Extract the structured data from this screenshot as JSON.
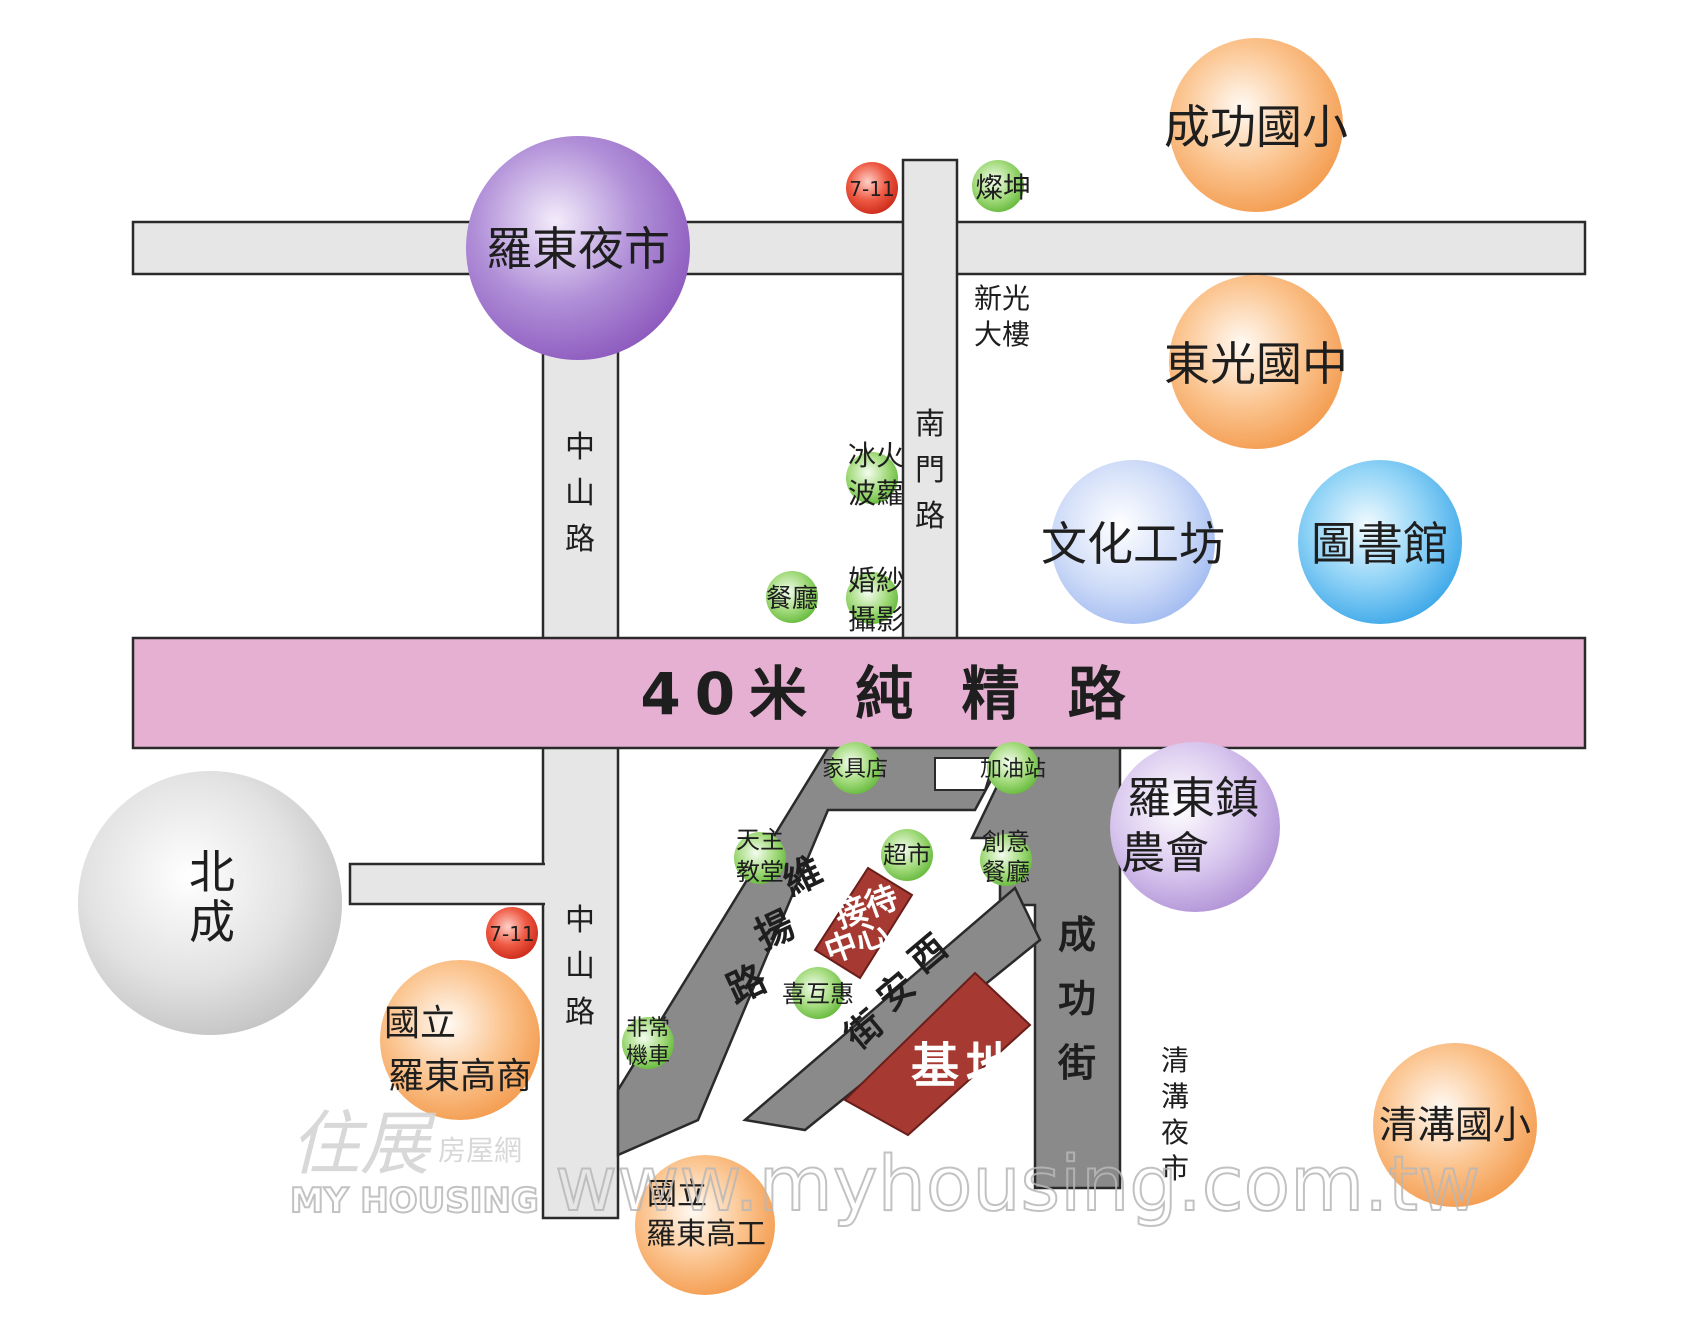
{
  "roads": {
    "main_road": "40米 純 精 路",
    "zhongshan_north": [
      "中",
      "山",
      "路"
    ],
    "zhongshan_south": [
      "中",
      "山",
      "路"
    ],
    "nanmen": [
      "南",
      "門",
      "路"
    ],
    "weiyang": [
      "維",
      "揚",
      "路"
    ],
    "xian": [
      "西",
      "安",
      "街"
    ],
    "chenggong": [
      "成",
      "功",
      "街"
    ]
  },
  "landmarks": {
    "luodong_night_market": "羅東夜市",
    "chenggong_elementary": "成功國小",
    "dongguang_junior_high": "東光國中",
    "culture_workshop": "文化工坊",
    "library": "圖書館",
    "beicheng": [
      "北",
      "成"
    ],
    "farmers_association": [
      "羅東鎮",
      "農會"
    ],
    "commerce_high_school": [
      "國立",
      "羅東高商"
    ],
    "industrial_high_school": [
      "國立",
      "羅東高工"
    ],
    "qinggou_elementary": "清溝國小"
  },
  "pois": {
    "seven_eleven_top": "7-11",
    "seven_eleven_left": "7-11",
    "cankun": "燦坤",
    "xinguang_building": [
      "新光",
      "大樓"
    ],
    "ice_fire": [
      "冰火",
      "波蘿"
    ],
    "wedding_photo": [
      "婚紗",
      "攝影"
    ],
    "restaurant": "餐廳",
    "furniture_store": "家具店",
    "gas_station": "加油站",
    "catholic_church": [
      "天主",
      "教堂"
    ],
    "supermarket": "超市",
    "creative_restaurant": [
      "創意",
      "餐廳"
    ],
    "hihuhui": "喜互惠",
    "feichang_motor": [
      "非常",
      "機車"
    ],
    "qinggou_night_market": [
      "清",
      "溝",
      "夜",
      "市"
    ]
  },
  "site": {
    "reception_center": [
      "接待",
      "中心"
    ],
    "base": [
      "基",
      "地"
    ]
  },
  "watermark": {
    "brand_cn": "住展",
    "brand_sub": "房屋網",
    "brand_en": "MY HOUSING",
    "url": "www.myhousing.com.tw"
  },
  "colors": {
    "road_gray": "#e6e6e6",
    "road_dark": "#8a8a8a",
    "main_road": "#e6b0d2",
    "site": "#a63a32",
    "night_market": "#9c6cc4",
    "school": "#f6a867",
    "culture": "#b6ccf4",
    "library": "#5cbaf0",
    "beicheng": "#d2d2d2",
    "poi_green": "#7cc84c",
    "seven_eleven": "#e23828"
  }
}
